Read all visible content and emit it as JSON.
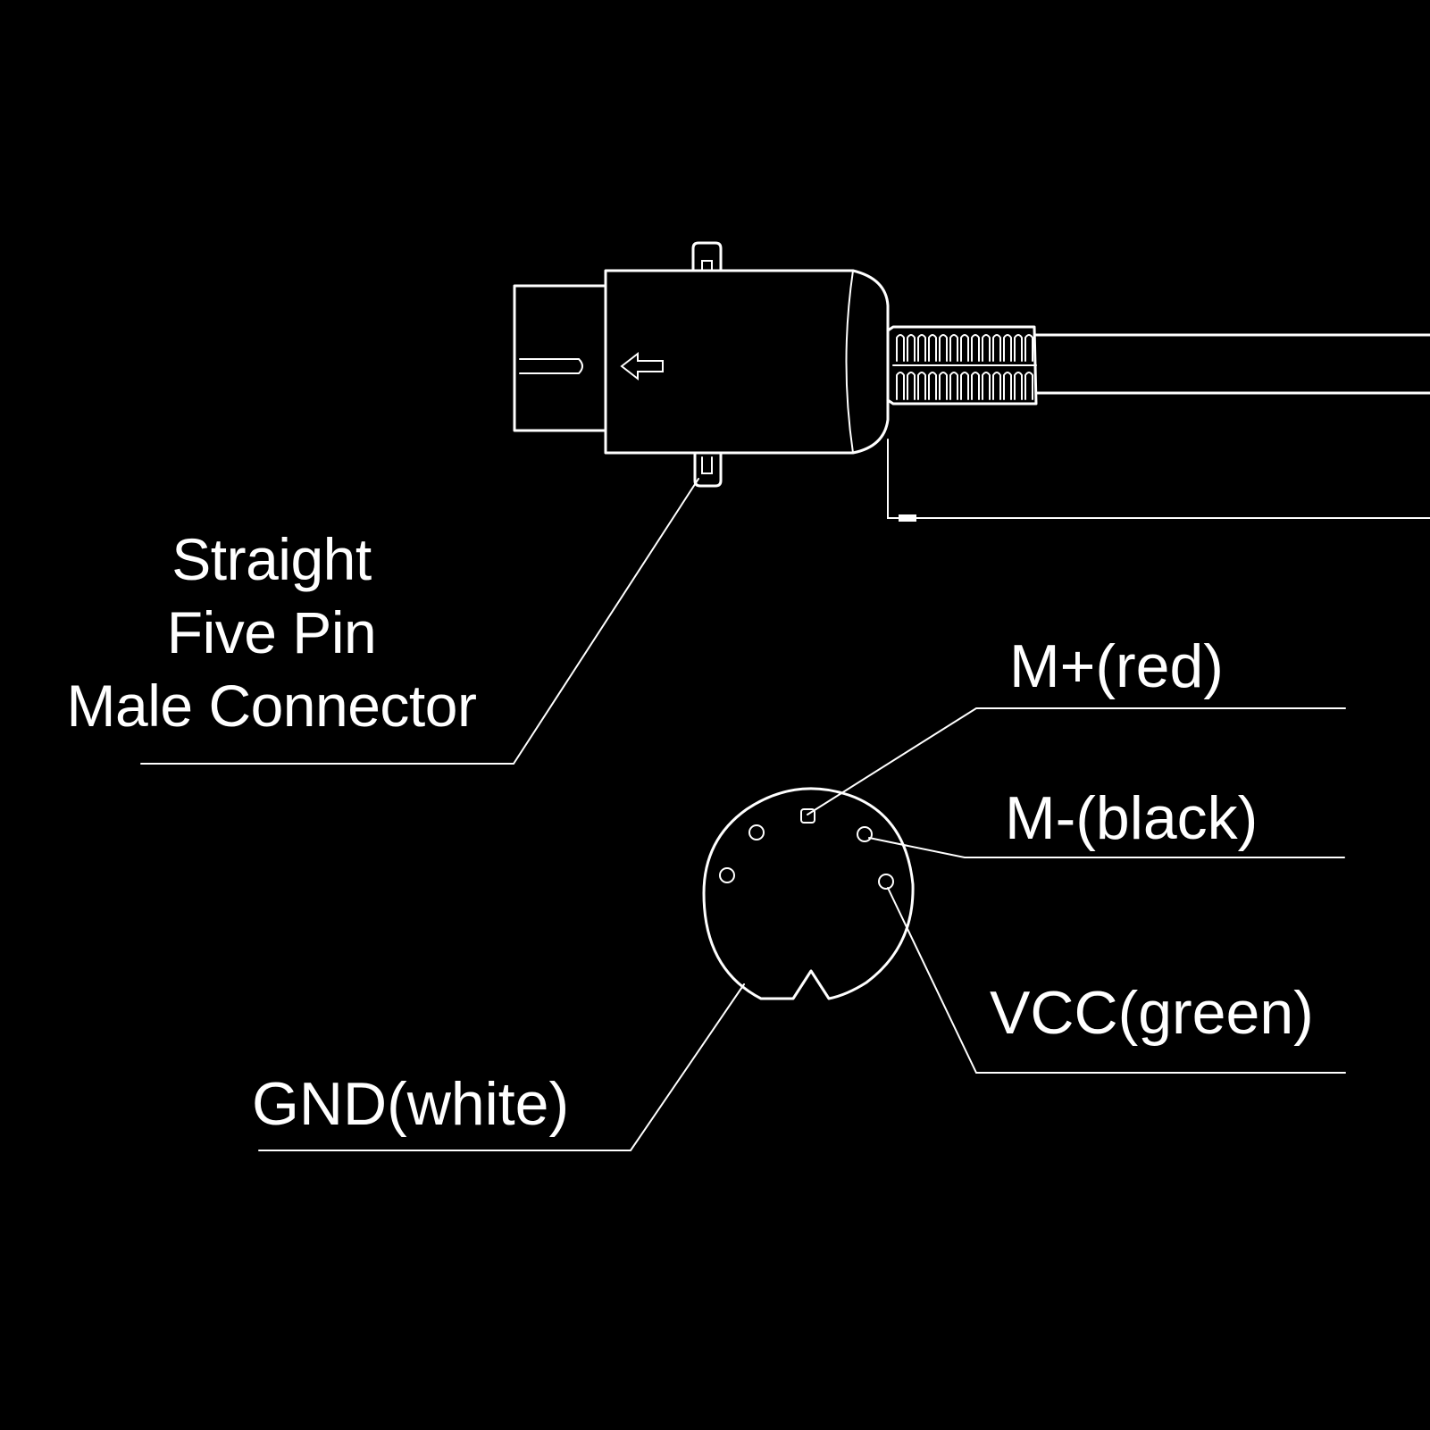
{
  "connector_title": {
    "line1": "Straight",
    "line2": "Five Pin",
    "line3": "Male Connector"
  },
  "pins": {
    "m_plus": "M+(red)",
    "m_minus": "M-(black)",
    "vcc": "VCC(green)",
    "gnd": "GND(white)"
  },
  "colors": {
    "background": "#000000",
    "line": "#ffffff",
    "text": "#ffffff"
  }
}
